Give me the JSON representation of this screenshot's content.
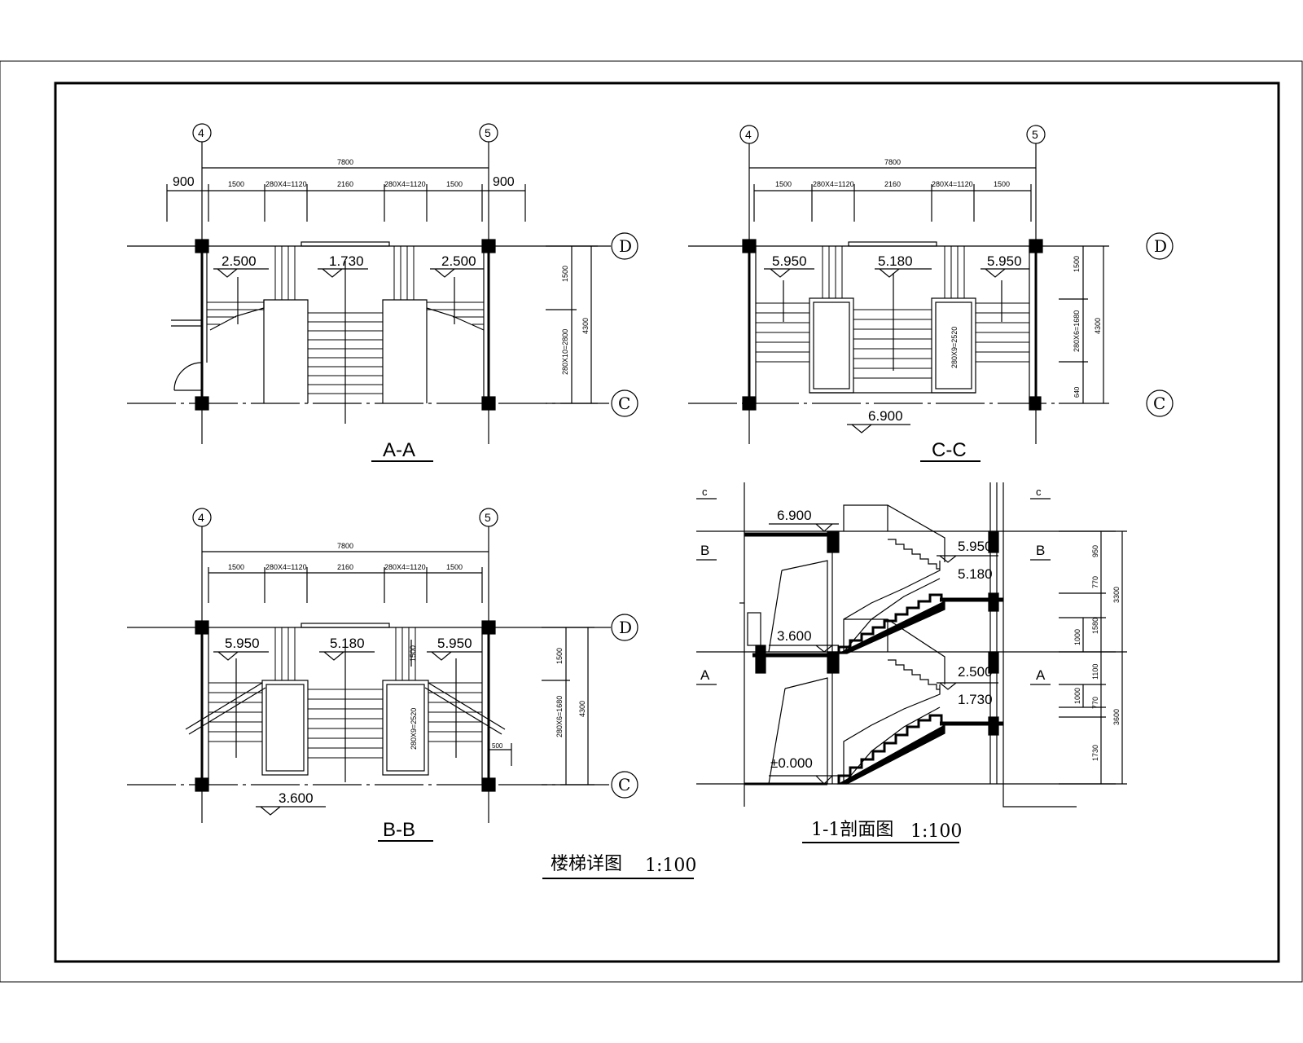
{
  "sheet": {
    "main_title": "楼梯详图",
    "main_scale": "1:100"
  },
  "plan_aa": {
    "title": "A-A",
    "axis_left": "4",
    "axis_right": "5",
    "axis_top": "D",
    "axis_bottom": "C",
    "dim_total": "7800",
    "dim_left_ext": "900",
    "dim_right_ext": "900",
    "dims": [
      "1500",
      "280X4=1120",
      "2160",
      "280X4=1120",
      "1500"
    ],
    "v_dims": [
      "1500",
      "280X10=2800",
      "4300"
    ],
    "levels": [
      "2.500",
      "1.730",
      "2.500"
    ]
  },
  "plan_cc": {
    "title": "C-C",
    "axis_left": "4",
    "axis_right": "5",
    "axis_top": "D",
    "axis_bottom": "C",
    "dim_total": "7800",
    "dims": [
      "1500",
      "280X4=1120",
      "2160",
      "280X4=1120",
      "1500"
    ],
    "v_dims": [
      "1500",
      "280X6=1680",
      "640",
      "4300"
    ],
    "well_label": "280X9=2520",
    "levels": [
      "5.950",
      "5.180",
      "5.950",
      "6.900"
    ]
  },
  "plan_bb": {
    "title": "B-B",
    "axis_left": "4",
    "axis_right": "5",
    "axis_top": "D",
    "axis_bottom": "C",
    "dim_total": "7800",
    "dims": [
      "1500",
      "280X4=1120",
      "2160",
      "280X4=1120",
      "1500"
    ],
    "v_dims": [
      "1500",
      "280X6=1680",
      "4300"
    ],
    "well_label": "280X9=2520",
    "inner_dim": "1500",
    "small_dim": "500",
    "levels": [
      "5.950",
      "5.180",
      "5.950",
      "3.600"
    ]
  },
  "section_11": {
    "title": "1-1剖面图",
    "scale": "1:100",
    "grid_labels": [
      "c",
      "B",
      "A"
    ],
    "levels": [
      "6.900",
      "5.950",
      "5.180",
      "3.600",
      "2.500",
      "1.730",
      "±0.000"
    ],
    "v_dims": [
      "950",
      "770",
      "1580",
      "1000",
      "1100",
      "1000",
      "770",
      "1730",
      "3300",
      "3600"
    ]
  }
}
